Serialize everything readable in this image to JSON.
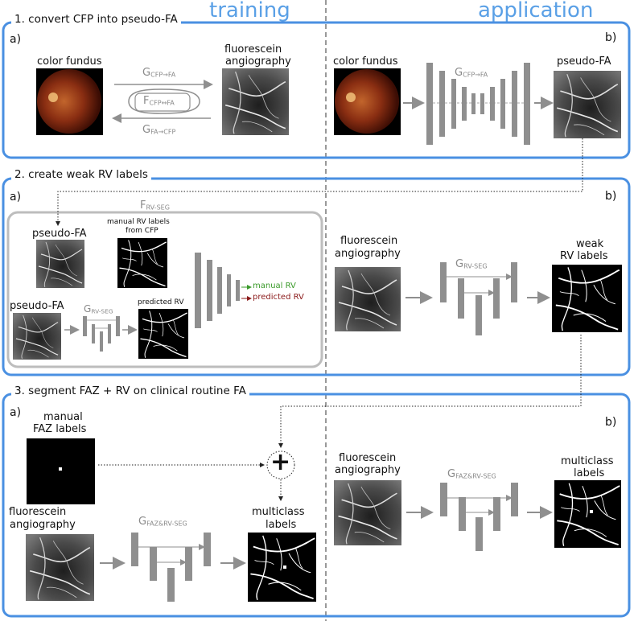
{
  "headers": {
    "training": "training",
    "application": "application"
  },
  "sections": [
    {
      "title": "1. convert CFP into pseudo-FA",
      "a": "a)",
      "b": "b)"
    },
    {
      "title": "2. create weak RV labels",
      "a": "a)",
      "b": "b)"
    },
    {
      "title": "3. segment FAZ + RV on clinical routine FA",
      "a": "a)",
      "b": "b)"
    }
  ],
  "s1": {
    "color_fundus": "color fundus",
    "fa_label_1": "fluorescein",
    "fa_label_2": "angiography",
    "g_fwd": "G",
    "g_fwd_sub": "CFP→FA",
    "f_cyc": "F",
    "f_cyc_sub": "CFP↔FA",
    "g_bwd": "G",
    "g_bwd_sub": "FA→CFP",
    "app_color_fundus": "color fundus",
    "app_g": "G",
    "app_g_sub": "CFP→FA",
    "app_output": "pseudo-FA"
  },
  "s2": {
    "f_rv": "F",
    "f_rv_sub": "RV-SEG",
    "pseudo_fa_top": "pseudo-FA",
    "manual_rv_1": "manual RV labels",
    "manual_rv_2": "from CFP",
    "pseudo_fa_bottom": "pseudo-FA",
    "g_rv": "G",
    "g_rv_sub": "RV-SEG",
    "predicted_rv": "predicted RV",
    "legend_manual": "manual RV",
    "legend_predicted": "predicted RV",
    "app_fa_1": "fluorescein",
    "app_fa_2": "angiography",
    "app_g": "G",
    "app_g_sub": "RV-SEG",
    "app_out_1": "weak",
    "app_out_2": "RV labels"
  },
  "s3": {
    "manual_faz_1": "manual",
    "manual_faz_2": "FAZ labels",
    "fa_1": "fluorescein",
    "fa_2": "angiography",
    "g": "G",
    "g_sub": "FAZ&RV-SEG",
    "multi_1": "multiclass",
    "multi_2": "labels",
    "plus": "+",
    "app_fa_1": "fluorescein",
    "app_fa_2": "angiography",
    "app_g": "G",
    "app_g_sub": "FAZ&RV-SEG",
    "app_multi_1": "multiclass",
    "app_multi_2": "labels"
  },
  "colors": {
    "frame": "#4a90e2",
    "arrow": "#8f8f8f",
    "manual_rv": "#3a9a2a",
    "predicted_rv": "#8b1a1a"
  }
}
